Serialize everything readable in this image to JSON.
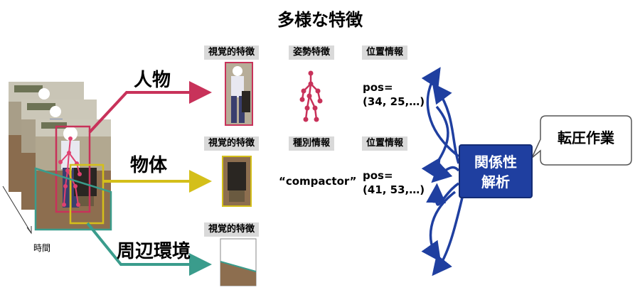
{
  "title": "多様な特徴",
  "categories": {
    "person": "人物",
    "object": "物体",
    "environment": "周辺環境"
  },
  "feature_labels": {
    "visual_1": "視覚的特徴",
    "pose": "姿勢特徴",
    "position_1": "位置情報",
    "visual_2": "視覚的特徴",
    "type": "種別情報",
    "position_2": "位置情報",
    "visual_3": "視覚的特徴"
  },
  "person_pos": {
    "line1": "pos=",
    "line2": "(34, 25,…)"
  },
  "object_pos": {
    "line1": "pos=",
    "line2": "(41, 53,…)"
  },
  "object_type": "“compactor”",
  "time_label": "時間",
  "analysis": {
    "line1": "関係性",
    "line2": "解析"
  },
  "callout": "転圧作業",
  "colors": {
    "person": "#c8325a",
    "object": "#d4bf1a",
    "environment": "#3a9c8c",
    "analysis": "#1f3fa0"
  }
}
